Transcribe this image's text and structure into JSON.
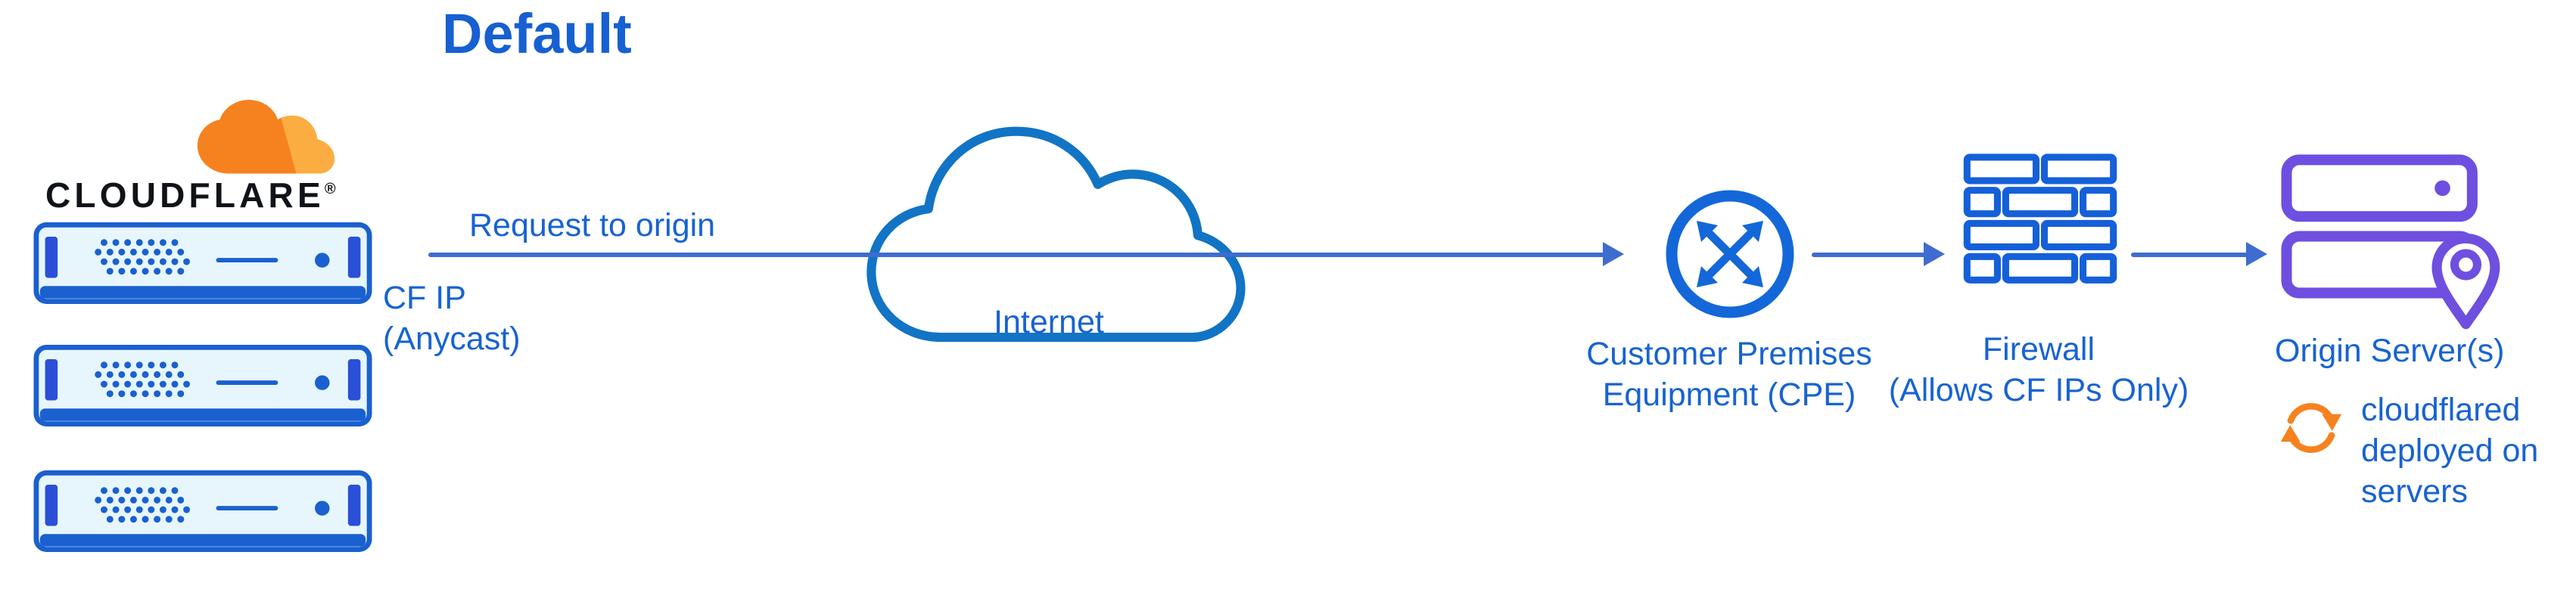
{
  "title": "Default",
  "palette": {
    "text_blue": "#1763d2",
    "line_blue": "#3f6cd0",
    "icon_blue": "#1467d8",
    "cloud_blue": "#1174c4",
    "server_blue": "#1a60cf",
    "server_fill": "#e7f6fd",
    "brand_orange": "#f6821f",
    "brand_orange_light": "#fbad41",
    "origin_purple": "#6e4fe0",
    "wordmark_black": "#101318"
  },
  "cloudflare": {
    "brand": "CLOUDFLARE",
    "registered_mark": "®"
  },
  "labels": {
    "request_to_origin": "Request to origin",
    "cf_ip": "CF IP\n(Anycast)",
    "internet": "Internet",
    "cpe": "Customer Premises\nEquipment (CPE)",
    "firewall": "Firewall\n(Allows CF IPs Only)",
    "origin": "Origin Server(s)",
    "cloudflared": "cloudflared\ndeployed on\nservers"
  },
  "icons": {
    "logo": "cloudflare-cloud-logo",
    "edge": "cloudflare-server-stack",
    "internet": "internet-cloud-icon",
    "cpe": "router-crossed-arrows-icon",
    "firewall": "brick-wall-icon",
    "origin": "origin-servers-with-location-pin-icon",
    "cloudflared": "sync-arrows-icon"
  }
}
